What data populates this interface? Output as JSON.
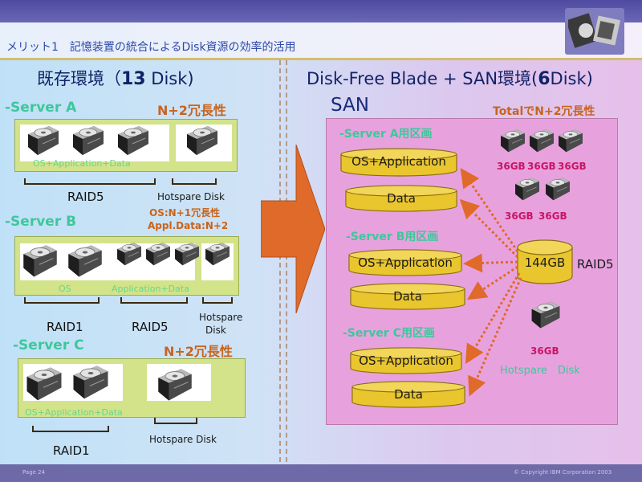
{
  "slide": {
    "title": "メリット1　記憶装置の統合によるDisk資源の効率的活用",
    "page": "Page 24",
    "copyright": "© Copyright IBM Corporation 2003"
  },
  "left": {
    "heading": "既存環境（",
    "heading_count": "13",
    "heading_unit": " Disk)",
    "server_a": {
      "label": "-Server A",
      "redundancy": "N+2冗長性",
      "usage": "OS+Application+Data",
      "raid": "RAID5",
      "hotspare": "Hotspare Disk"
    },
    "server_b": {
      "label": "-Server B",
      "redundancy_os": "OS:N+1冗長性",
      "redundancy_app": "Appl.Data:N+2",
      "usage_os": "OS",
      "usage_app": "Application+Data",
      "raid1": "RAID1",
      "raid5": "RAID5",
      "hotspare_1": "Hotspare",
      "hotspare_2": "Disk"
    },
    "server_c": {
      "label": "-Server C",
      "redundancy": "N+2冗長性",
      "usage": "OS+Application+Data",
      "raid": "RAID1",
      "hotspare": "Hotspare Disk"
    }
  },
  "right": {
    "heading": "Disk-Free Blade + SAN環境(",
    "heading_count": "6",
    "heading_unit": "Disk)",
    "san_label": "SAN",
    "total": "TotalでN+2冗長性",
    "server_a_area": "-Server A用区画",
    "server_b_area": "-Server B用区画",
    "server_c_area": "-Server C用区画",
    "os_app": "OS+Application",
    "data": "Data",
    "pool_capacity": "144GB",
    "raid": "RAID5",
    "disk_capacity": "36GB",
    "hotspare": "Hotspare　Disk"
  },
  "colors": {
    "accent_orange": "#c8641c",
    "green_label": "#3cc89a",
    "panel": "#d2e38a",
    "cylinder": "#e9c62e",
    "san_box": "#e7a2de",
    "arrow": "#e06a2a"
  },
  "icons": {
    "disk": "hard-disk-icon",
    "logo": "ibm-logo-icon",
    "arrow": "right-arrow-icon"
  }
}
